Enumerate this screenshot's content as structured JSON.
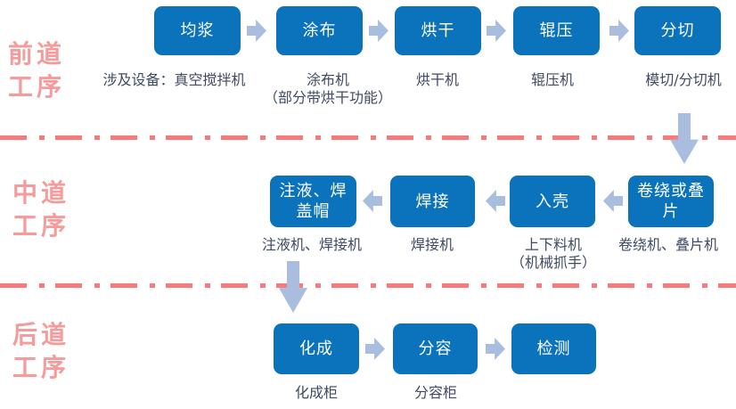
{
  "colors": {
    "background": "#ffffff",
    "box_blue": "#0b72bc",
    "box_text": "#ffffff",
    "arrow_blue": "#a9bddf",
    "stage_label_red": "#f59b9b",
    "separator_red": "#f57c7c",
    "equipment_text": "#3f4a63"
  },
  "stages": [
    {
      "label": "前道\n工序",
      "steps": [
        {
          "label": "均浆",
          "equipment": "涉及设备：真空搅拌机"
        },
        {
          "label": "涂布",
          "equipment": "涂布机\n（部分带烘干功能）"
        },
        {
          "label": "烘干",
          "equipment": "烘干机"
        },
        {
          "label": "辊压",
          "equipment": "辊压机"
        },
        {
          "label": "分切",
          "equipment": "模切/分切机"
        }
      ]
    },
    {
      "label": "中道\n工序",
      "steps": [
        {
          "label": "卷绕或叠\n片",
          "equipment": "卷绕机、叠片机"
        },
        {
          "label": "入壳",
          "equipment": "上下料机\n（机械抓手）"
        },
        {
          "label": "焊接",
          "equipment": "焊接机"
        },
        {
          "label": "注液、焊\n盖帽",
          "equipment": "注液机、焊接机"
        }
      ]
    },
    {
      "label": "后道\n工序",
      "steps": [
        {
          "label": "化成",
          "equipment": "化成柜"
        },
        {
          "label": "分容",
          "equipment": "分容柜"
        },
        {
          "label": "检测",
          "equipment": ""
        }
      ]
    }
  ]
}
